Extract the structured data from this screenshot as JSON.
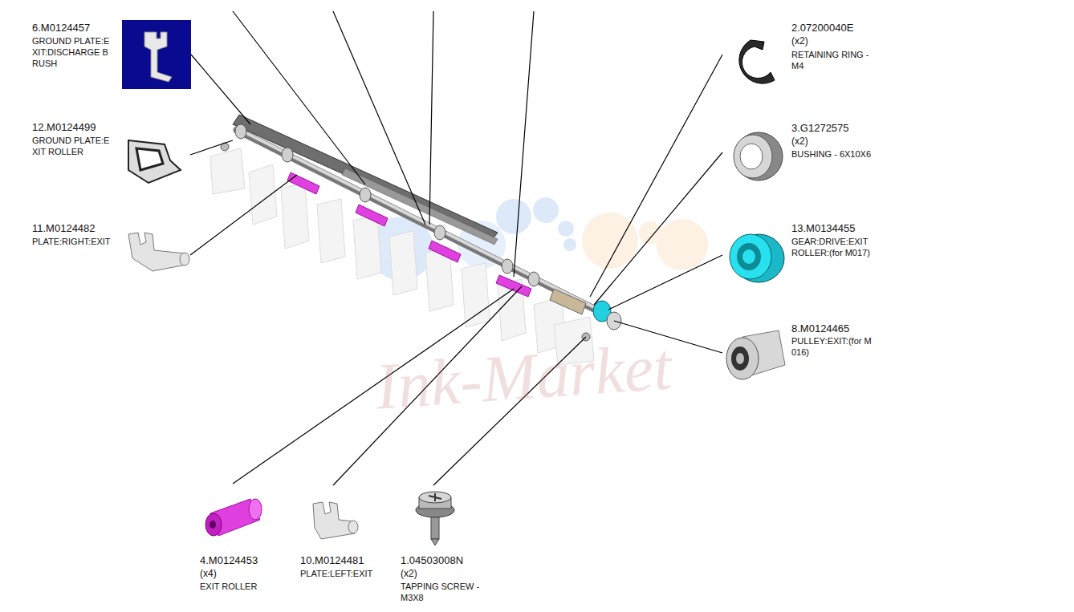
{
  "diagram": {
    "labels": [
      "6.M0124457",
      "GROUND PLATE:E XIT:DISCHARGE B RUSH",
      "12.M0124499",
      "GROUND PLATE:E XIT ROLLER",
      "11.M0124482",
      "PLATE:RIGHT:EXIT",
      "2.07200040E",
      "(x2)",
      "RETAINING RING - M4",
      "3.G1272575",
      "(x2)",
      "BUSHING - 6X10X6",
      "13.M0134455",
      "GEAR:DRIVE:EXIT ROLLER:(for M017)",
      "8.M0124465",
      "PULLEY:EXIT:(for M 016)",
      "4.M0124453",
      "(x4)",
      "EXIT ROLLER",
      "10.M0124481",
      "PLATE:LEFT:EXIT",
      "1.04503008N",
      "(x2)",
      "TAPPING SCREW - M3X8",
      "Ink-Market"
    ]
  }
}
